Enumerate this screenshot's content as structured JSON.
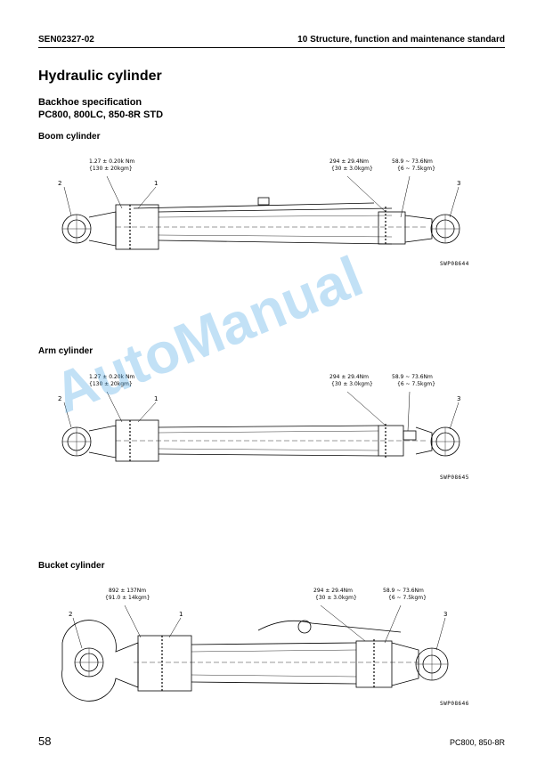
{
  "header": {
    "doc_code": "SEN02327-02",
    "section": "10 Structure, function and maintenance standard"
  },
  "page": {
    "title": "Hydraulic cylinder",
    "spec_title": "Backhoe specification",
    "models": "PC800, 800LC, 850-8R STD"
  },
  "boom": {
    "label": "Boom cylinder",
    "torque_left_1": "1.27 ± 0.20k Nm",
    "torque_left_2": "{130 ± 20kgm}",
    "torque_mid_1": "294 ± 29.4Nm",
    "torque_mid_2": "{30 ± 3.0kgm}",
    "torque_right_1": "58.9 ~ 73.6Nm",
    "torque_right_2": "{6 ~ 7.5kgm}",
    "n1": "1",
    "n2": "2",
    "n3": "3",
    "code": "SWP08644"
  },
  "arm": {
    "label": "Arm cylinder",
    "torque_left_1": "1.27 ± 0.20k Nm",
    "torque_left_2": "{130 ± 20kgm}",
    "torque_mid_1": "294 ± 29.4Nm",
    "torque_mid_2": "{30 ± 3.0kgm}",
    "torque_right_1": "58.9 ~ 73.6Nm",
    "torque_right_2": "{6 ~ 7.5kgm}",
    "n1": "1",
    "n2": "2",
    "n3": "3",
    "code": "SWP08645"
  },
  "bucket": {
    "label": "Bucket cylinder",
    "torque_left_1": "892 ± 137Nm",
    "torque_left_2": "{91.0 ± 14kgm}",
    "torque_mid_1": "294 ± 29.4Nm",
    "torque_mid_2": "{30 ± 3.0kgm}",
    "torque_right_1": "58.9 ~ 73.6Nm",
    "torque_right_2": "{6 ~ 7.5kgm}",
    "n1": "1",
    "n2": "2",
    "n3": "3",
    "code": "SWP08646"
  },
  "footer": {
    "page_number": "58",
    "model": "PC800, 850-8R"
  },
  "watermark": "AutoManual"
}
